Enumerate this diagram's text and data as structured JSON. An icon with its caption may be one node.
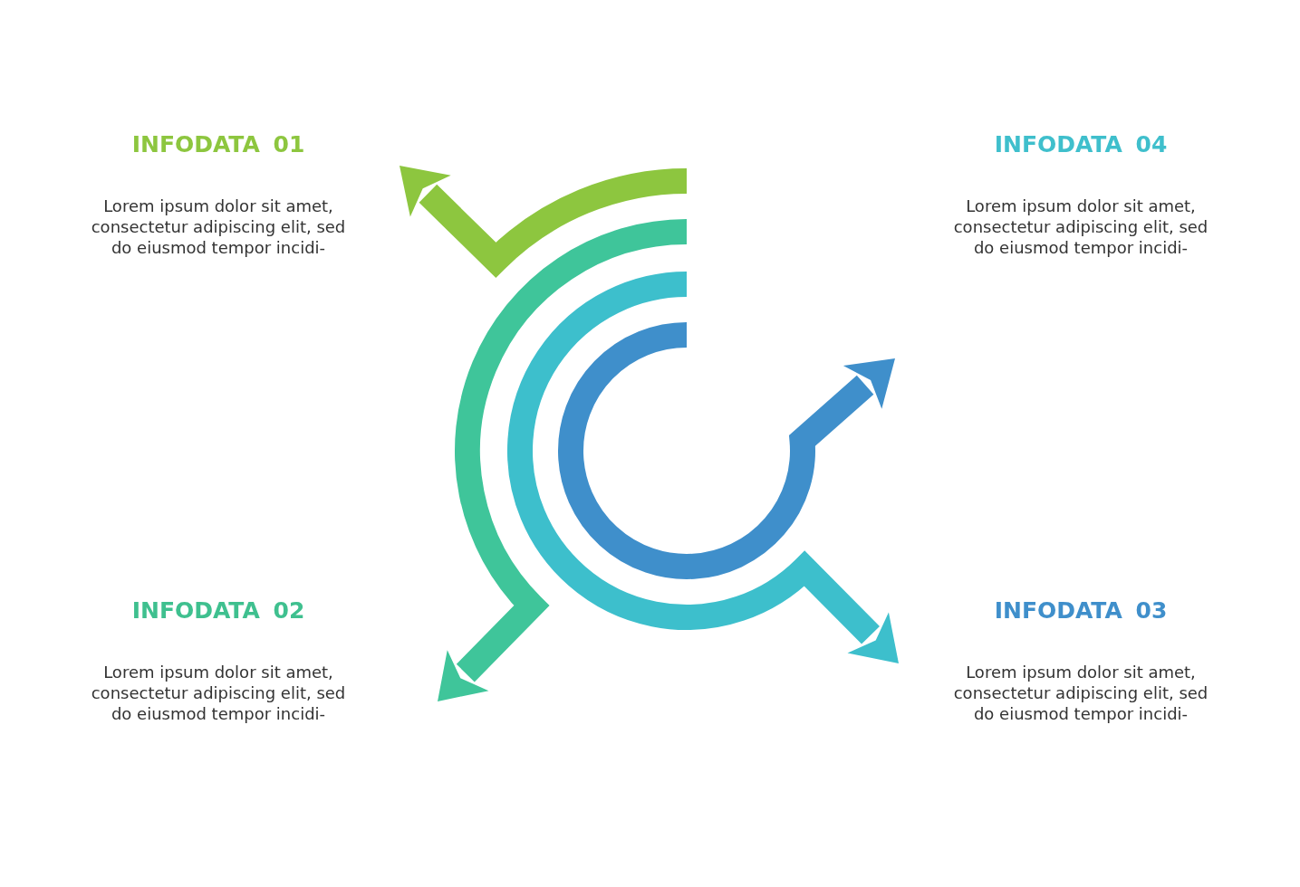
{
  "diagram": {
    "labels": [
      "INFODATA 01",
      "Lorem ipsum dolor sit amet, consectetur adipiscing elit, sed do eiusmod tempor incidi-",
      "INFODATA 04",
      "Lorem ipsum dolor sit amet, consectetur adipiscing elit, sed do eiusmod tempor incidi-",
      "INFODATA 02",
      "Lorem ipsum dolor sit amet, consectetur adipiscing elit, sed do eiusmod tempor incidi-",
      "INFODATA 03",
      "Lorem ipsum dolor sit amet, consectetur adipiscing elit, sed do eiusmod tempor incidi-"
    ]
  }
}
